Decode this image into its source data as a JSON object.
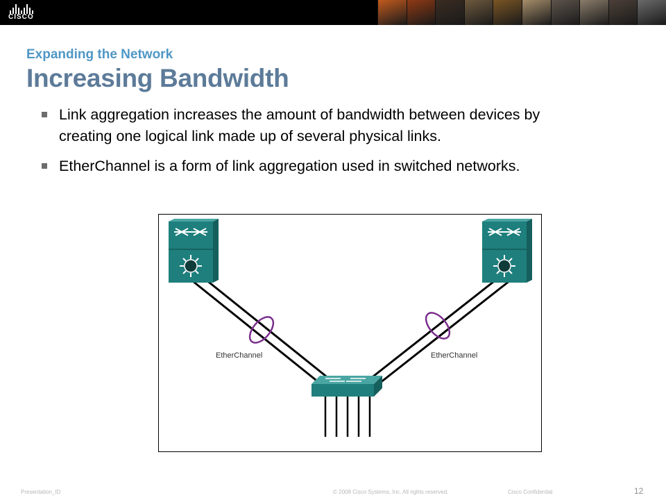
{
  "header": {
    "logo_text": "CISCO",
    "photo_colors": [
      "#c25a1e",
      "#8f3a14",
      "#3a2c22",
      "#6e5a3e",
      "#7a5524",
      "#a58d6a",
      "#5d544b",
      "#8a7c6a",
      "#4c4038",
      "#6a6a6a"
    ]
  },
  "slide": {
    "subtitle": "Expanding the Network",
    "title": "Increasing Bandwidth",
    "bullets": [
      "Link aggregation increases the amount of bandwidth between devices by creating one logical link made up of several physical links.",
      "EtherChannel is a form of link aggregation used in switched networks."
    ]
  },
  "diagram": {
    "left_label": "EtherChannel",
    "right_label": "EtherChannel",
    "device_color": "#1e7f7d",
    "channel_color": "#7b2e8c",
    "devices": [
      "multilayer-switch-left",
      "multilayer-switch-right",
      "access-switch"
    ]
  },
  "footer": {
    "presentation_id": "Presentation_ID",
    "copyright": "© 2008 Cisco Systems, Inc. All rights reserved.",
    "confidential": "Cisco Confidential",
    "page_number": "12"
  }
}
